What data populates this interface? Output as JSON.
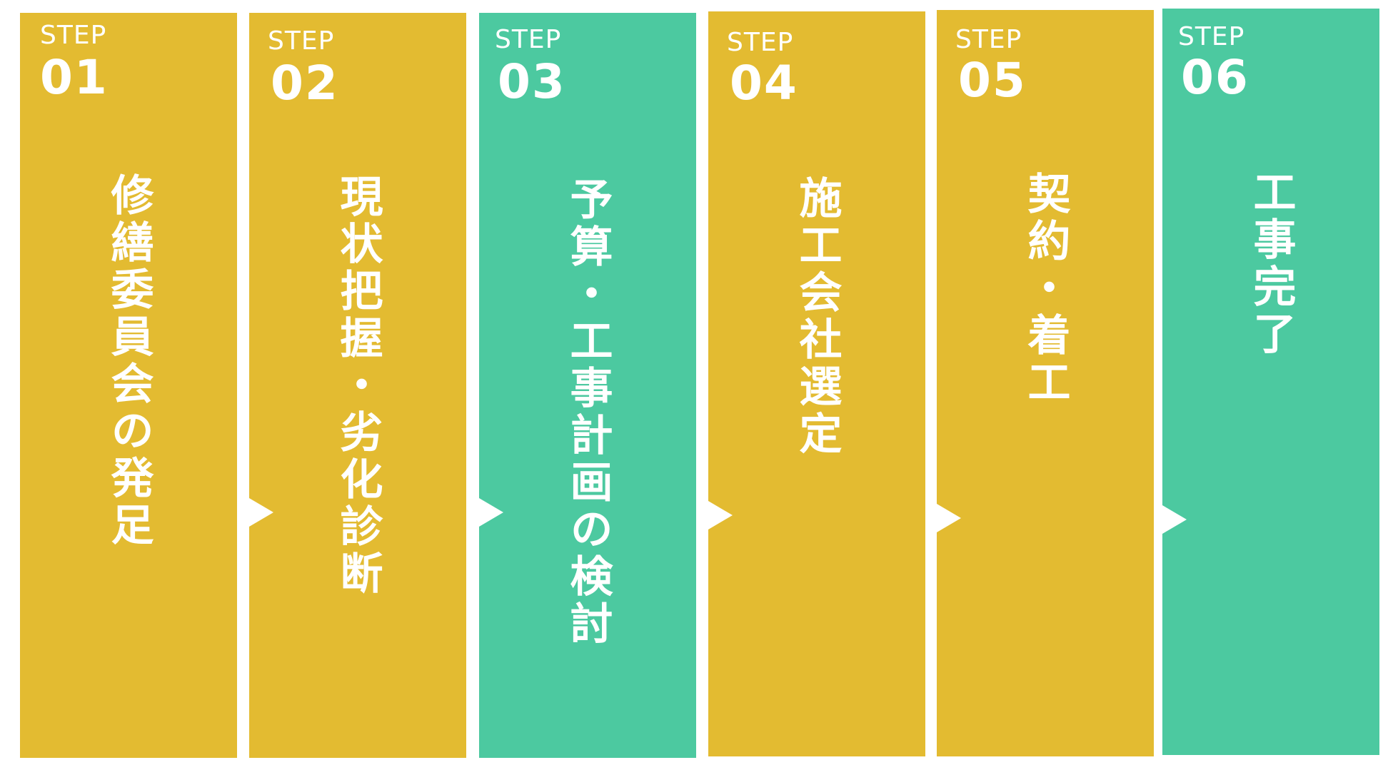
{
  "colors": {
    "gold": "#E3BB31",
    "green": "#4CC9A0",
    "text": "#FFFFFF"
  },
  "steps": [
    {
      "label": "STEP",
      "number": "01",
      "title": "修繕委員会の発足",
      "color": "gold"
    },
    {
      "label": "STEP",
      "number": "02",
      "title": "現状把握・劣化診断",
      "color": "gold"
    },
    {
      "label": "STEP",
      "number": "03",
      "title": "予算・工事計画の検討",
      "color": "green"
    },
    {
      "label": "STEP",
      "number": "04",
      "title": "施工会社選定",
      "color": "gold"
    },
    {
      "label": "STEP",
      "number": "05",
      "title": "契約・着工",
      "color": "gold"
    },
    {
      "label": "STEP",
      "number": "06",
      "title": "工事完了",
      "color": "green"
    }
  ]
}
